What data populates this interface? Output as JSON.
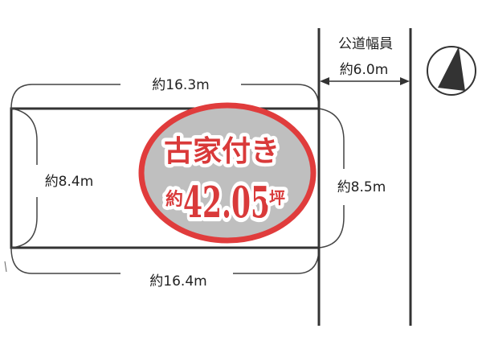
{
  "plot": {
    "top_width": "約16.3m",
    "bottom_width": "約16.4m",
    "left_depth": "約8.4m",
    "right_depth": "約8.5m"
  },
  "badge": {
    "title": "古家付き",
    "prefix": "約",
    "area": "42.05",
    "unit": "坪"
  },
  "road": {
    "label": "公道幅員",
    "width": "約6.0m"
  },
  "compass": {
    "icon": "north-arrow-icon"
  },
  "colors": {
    "badge_red": "#e03c3c",
    "badge_fill": "#bfbfbf",
    "line": "#333333"
  }
}
